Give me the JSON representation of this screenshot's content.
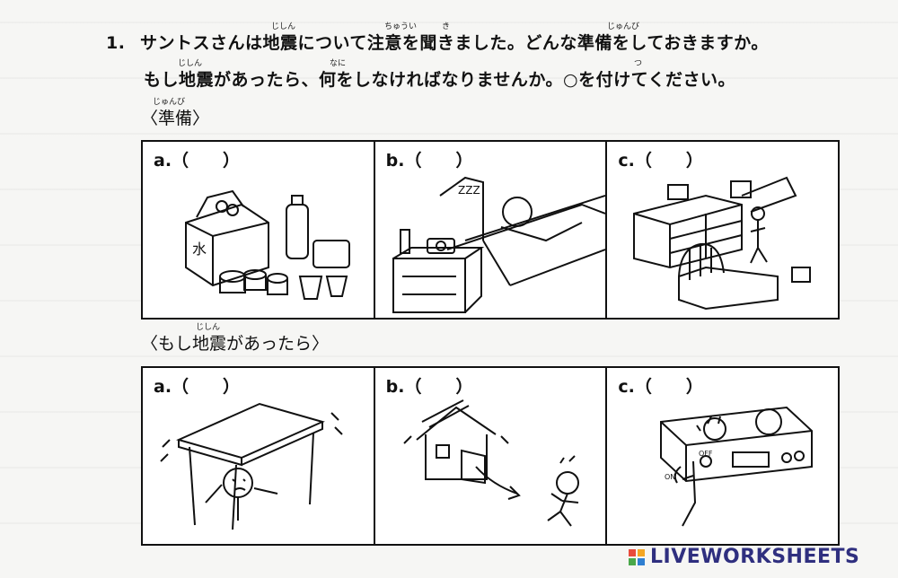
{
  "question": {
    "number": "1.",
    "line1": "サントスさんは地震について注意を聞きました。どんな準備をしておきますか。",
    "line2": "もし地震があったら、何をしなければなりませんか。○を付けてください。",
    "ruby": {
      "jishin": "じしん",
      "chuui": "ちゅうい",
      "ki": "き",
      "junbi": "じゅんび",
      "nani": "なに",
      "tsu": "つ"
    }
  },
  "sections": [
    {
      "label": "〈準備〉",
      "ruby": "じゅんび",
      "items": [
        {
          "label": "a.（　　）",
          "icon": "water-supplies-illustration"
        },
        {
          "label": "b.（　　）",
          "icon": "sleeping-person-illustration"
        },
        {
          "label": "c.（　　）",
          "icon": "bedroom-furniture-illustration"
        }
      ]
    },
    {
      "label": "〈もし地震があったら〉",
      "ruby": "じしん",
      "items": [
        {
          "label": "a.（　　）",
          "icon": "under-table-illustration"
        },
        {
          "label": "b.（　　）",
          "icon": "run-outside-illustration"
        },
        {
          "label": "c.（　　）",
          "icon": "turn-off-stove-illustration"
        }
      ]
    }
  ],
  "brand": {
    "text": "LIVEWORKSHEETS",
    "colors": [
      "#e94b3c",
      "#f4a623",
      "#4aa84a",
      "#2f7fd1"
    ]
  }
}
